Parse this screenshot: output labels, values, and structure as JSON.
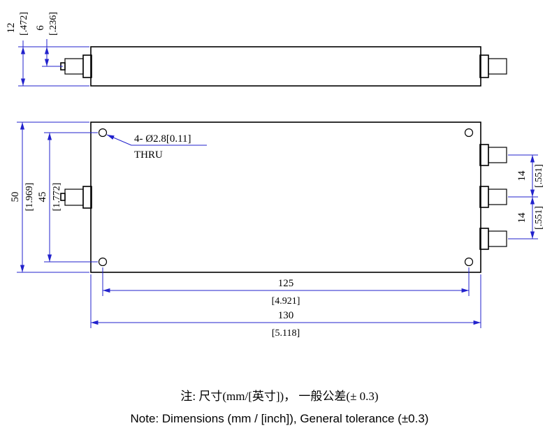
{
  "top_view": {
    "dim_12": {
      "mm": "12",
      "inch": "[.472]"
    },
    "dim_6": {
      "mm": "6",
      "inch": "[.236]"
    }
  },
  "front_view": {
    "callout": {
      "line1": "4- Ø2.8[0.11]",
      "line2": "THRU"
    },
    "dim_50": {
      "mm": "50",
      "inch": "[1.969]"
    },
    "dim_45": {
      "mm": "45",
      "inch": "[1.772]"
    },
    "dim_14_upper": {
      "mm": "14",
      "inch": "[.551]"
    },
    "dim_14_lower": {
      "mm": "14",
      "inch": "[.551]"
    },
    "dim_125": {
      "mm": "125",
      "inch": "[4.921]"
    },
    "dim_130": {
      "mm": "130",
      "inch": "[5.118]"
    }
  },
  "notes": {
    "chinese": "注: 尺寸(mm/[英寸])， 一般公差(± 0.3)",
    "english": "Note: Dimensions (mm / [inch]), General tolerance (±0.3)"
  },
  "colors": {
    "dimension_blue": "#2222cc",
    "outline_black": "#000000",
    "background": "#ffffff"
  }
}
